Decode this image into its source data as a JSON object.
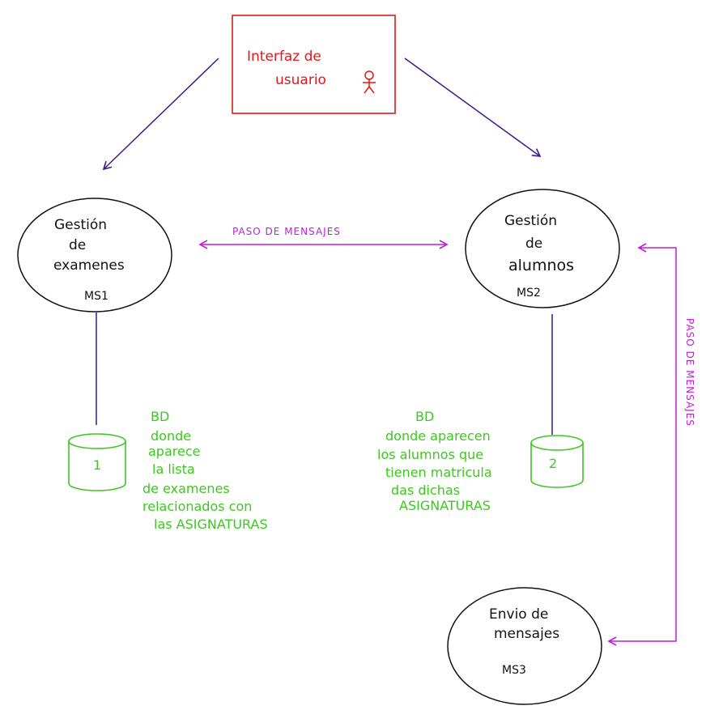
{
  "colors": {
    "ink": "#111111",
    "interface_red": "#e01818",
    "arrow_purple": "#3d1a8a",
    "message_magenta": "#c21cd6",
    "database_green": "#3cc81e"
  },
  "interface": {
    "line1": "Interfaz de",
    "line2": "usuario",
    "icon": "person-icon"
  },
  "services": {
    "ms1": {
      "line1": "Gestión",
      "line2": "de",
      "line3": "examenes",
      "code": "MS1"
    },
    "ms2": {
      "line1": "Gestión",
      "line2": "de",
      "line3": "alumnos",
      "code": "MS2"
    },
    "ms3": {
      "line1": "Envio de",
      "line2": "mensajes",
      "code": "MS3"
    }
  },
  "messaging": {
    "horizontal_label": "PASO DE MENSAJES",
    "vertical_label": "PASO DE MENSAJES"
  },
  "databases": {
    "db1": {
      "number": "1",
      "lines": [
        "BD",
        "donde",
        "aparece",
        "la lista",
        "de examenes",
        "relacionados con",
        "las ASIGNATURAS"
      ]
    },
    "db2": {
      "number": "2",
      "lines": [
        "BD",
        "donde aparecen",
        "los alumnos que",
        "tienen matricula",
        "das dichas",
        "ASIGNATURAS"
      ]
    }
  }
}
